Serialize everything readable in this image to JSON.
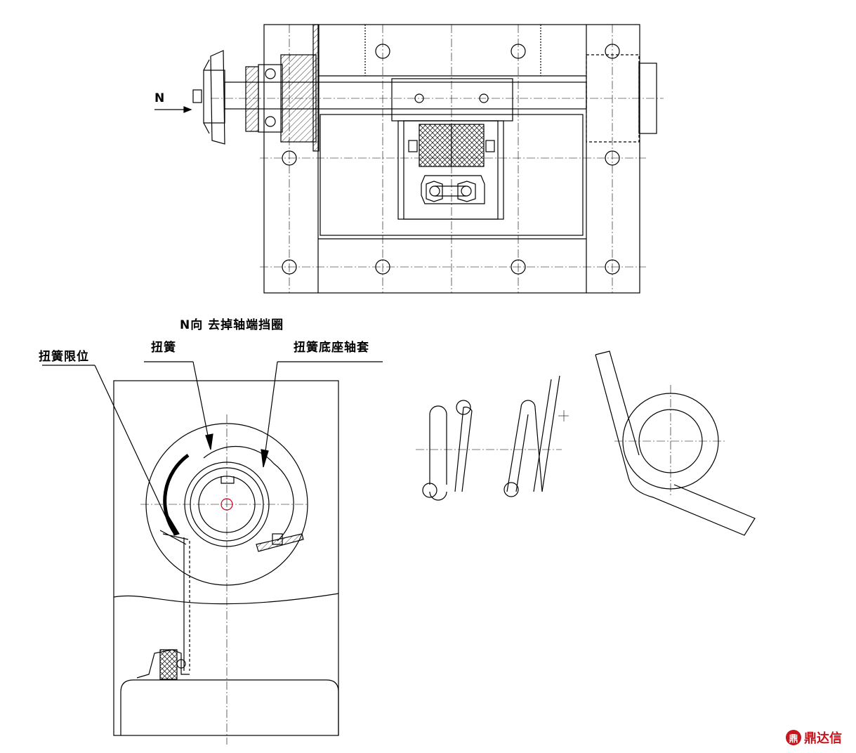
{
  "top_view": {
    "direction_label": "N"
  },
  "section_view": {
    "caption": "N向 去掉轴端挡圈",
    "callouts": {
      "spring_limit": "扭簧限位",
      "torsion_spring": "扭簧",
      "spring_base_sleeve": "扭簧底座轴套"
    }
  },
  "watermark": {
    "brand": "鼎达信",
    "logo_glyph": "鼎",
    "color": "#c4161c"
  },
  "colors": {
    "line": "#000000",
    "center_line": "#d0021b",
    "hatch": "#000000"
  }
}
